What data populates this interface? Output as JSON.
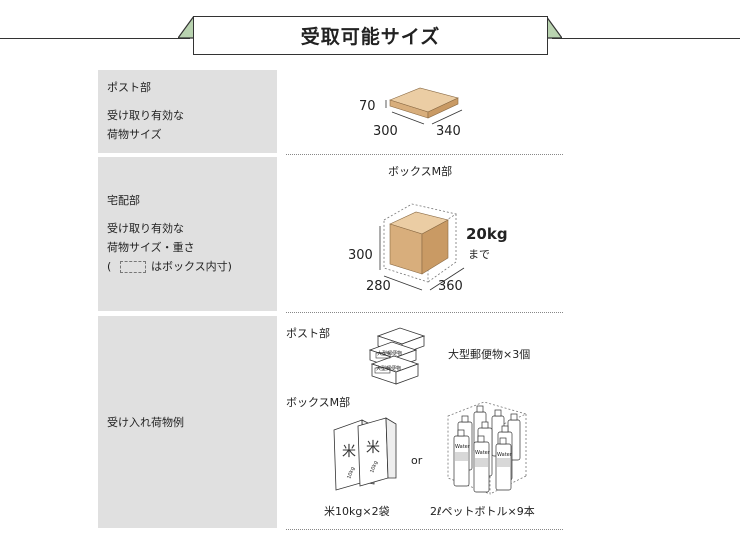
{
  "title": "受取可能サイズ",
  "rows": {
    "post": {
      "heading": "ポスト部",
      "line1": "受け取り有効な",
      "line2": "荷物サイズ",
      "dims": {
        "h": "70",
        "w": "300",
        "d": "340"
      }
    },
    "delivery": {
      "heading": "宅配部",
      "line1": "受け取り有効な",
      "line2": "荷物サイズ・重さ",
      "line3_open": "(",
      "line3_rest": "はボックス内寸)",
      "box_label": "ボックスM部",
      "weight": "20kg",
      "weight_sub": "まで",
      "dims": {
        "h": "300",
        "w": "280",
        "d": "360"
      }
    },
    "examples": {
      "heading": "受け入れ荷物例",
      "post_label": "ポスト部",
      "mail_tag": "大型郵便物",
      "mail_caption": "大型郵便物×3個",
      "box_label": "ボックスM部",
      "rice_bag_text": "10kg",
      "or": "or",
      "rice_caption": "米10kg×2袋",
      "bottle_text": "Water",
      "bottle_caption": "2ℓペットボトル×9本"
    }
  },
  "colors": {
    "label_bg": "#e0e0e0",
    "box_top": "#ebcda4",
    "box_front": "#d8ae7c",
    "box_side": "#c99a64",
    "tab_green": "#b9d3b0"
  }
}
